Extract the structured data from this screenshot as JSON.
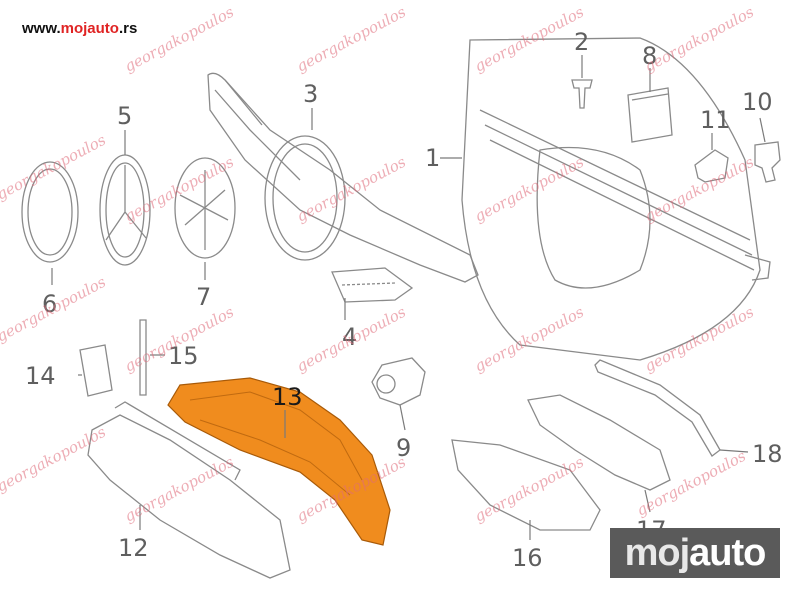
{
  "header": {
    "url_prefix": "www.",
    "url_accent": "mojauto",
    "url_suffix": ".rs"
  },
  "watermark": {
    "text": "georgakopoulos"
  },
  "logo": {
    "part1": "moj",
    "part2": "auto"
  },
  "callouts": [
    {
      "id": "1",
      "label": "1"
    },
    {
      "id": "2",
      "label": "2"
    },
    {
      "id": "3",
      "label": "3"
    },
    {
      "id": "4",
      "label": "4"
    },
    {
      "id": "5",
      "label": "5"
    },
    {
      "id": "6",
      "label": "6"
    },
    {
      "id": "7",
      "label": "7"
    },
    {
      "id": "8",
      "label": "8"
    },
    {
      "id": "9",
      "label": "9"
    },
    {
      "id": "10",
      "label": "10"
    },
    {
      "id": "11",
      "label": "11"
    },
    {
      "id": "12",
      "label": "12"
    },
    {
      "id": "13",
      "label": "13"
    },
    {
      "id": "14",
      "label": "14"
    },
    {
      "id": "15",
      "label": "15"
    },
    {
      "id": "16",
      "label": "16"
    },
    {
      "id": "17",
      "label": "17"
    },
    {
      "id": "18",
      "label": "18"
    }
  ],
  "colors": {
    "highlight_part": "#f08c1e",
    "line_art": "#8a8a8a",
    "watermark": "#e06b7a",
    "url_accent": "#e02424",
    "logo_bg": "#5a5a5a"
  }
}
